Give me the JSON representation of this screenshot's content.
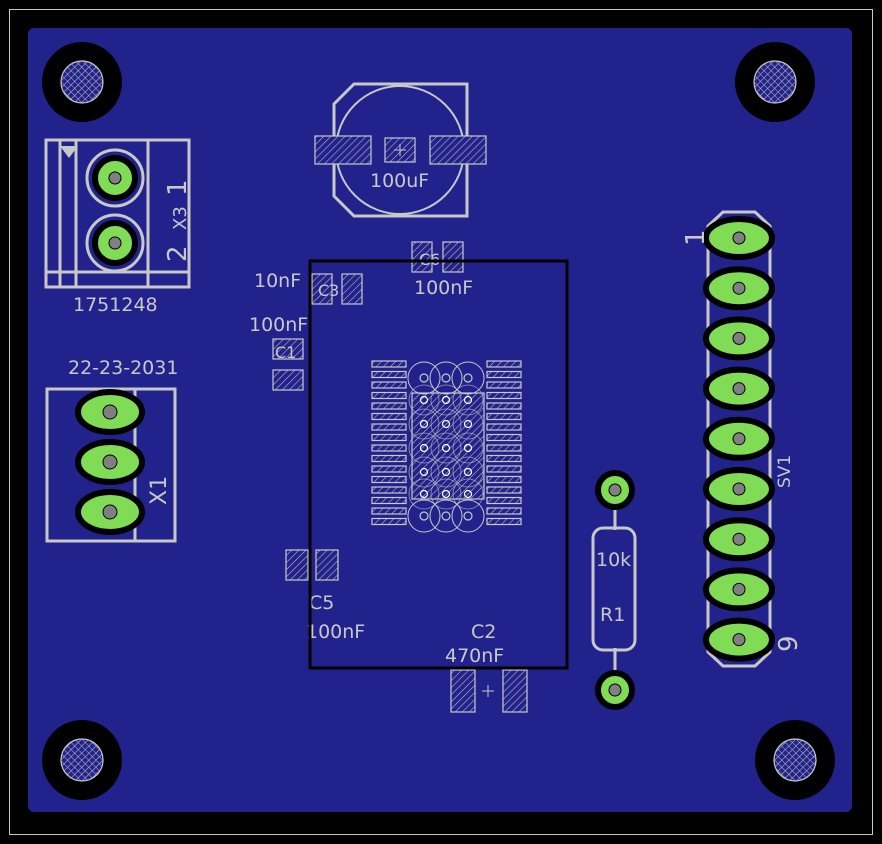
{
  "board": {
    "background_color": "#000000",
    "copper_color": "#22228c",
    "silk_color": "#c8c8c8",
    "pad_color": "#7fdc54",
    "outline_color": "#c8c8c8"
  },
  "labels": {
    "c4_value": "100uF",
    "x3_name": "X3",
    "x3_pin1": "1",
    "x3_pin2": "2",
    "x3_part": "1751248",
    "x1_part": "22-23-2031",
    "x1_name": "X1",
    "c3_value": "10nF",
    "c1_value": "100nF",
    "c6_value": "100nF",
    "c6_name": "C6",
    "c3_name": "C3",
    "c1_name": "C1",
    "c5_name": "C5",
    "c5_value": "100nF",
    "c2_name": "C2",
    "c2_value": "470nF",
    "r1_value": "10k",
    "r1_name": "R1",
    "sv1_name": "SV1",
    "sv1_pin1": "1",
    "sv1_pin9": "9"
  }
}
